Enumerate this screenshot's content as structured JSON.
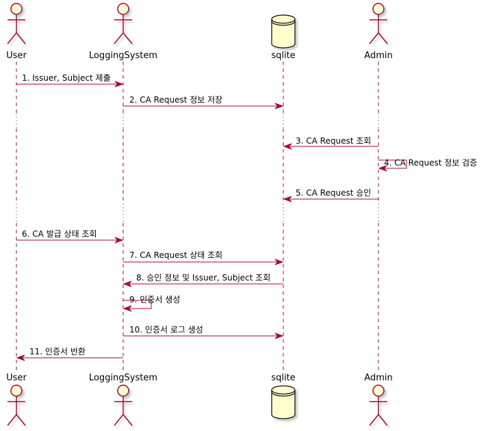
{
  "colors": {
    "arrow": "#A80036",
    "actor_fill": "#FEFECE",
    "actor_stroke": "#A80036",
    "shadow": "#C8C8C8",
    "text": "#000000"
  },
  "participants": [
    {
      "name": "User",
      "kind": "actor"
    },
    {
      "name": "LoggingSystem",
      "kind": "actor"
    },
    {
      "name": "sqlite",
      "kind": "database"
    },
    {
      "name": "Admin",
      "kind": "actor"
    }
  ],
  "messages": [
    {
      "label": "1. Issuer, Subject 제출",
      "from": 0,
      "to": 1
    },
    {
      "label": "2. CA Request 정보 저장",
      "from": 1,
      "to": 2
    },
    {
      "label": "3. CA Request 조회",
      "from": 3,
      "to": 2
    },
    {
      "label": "4. CA Request 정보 검증",
      "from": 3,
      "to": 3
    },
    {
      "label": "5. CA Request 승인",
      "from": 3,
      "to": 2
    },
    {
      "label": "6. CA 발급 상태 조회",
      "from": 0,
      "to": 1
    },
    {
      "label": "7. CA Request 상태 조회",
      "from": 1,
      "to": 2
    },
    {
      "label": "8. 승인 정보 및 Issuer, Subject 조회",
      "from": 2,
      "to": 1
    },
    {
      "label": "9. 인증서 생성",
      "from": 1,
      "to": 1
    },
    {
      "label": "10. 인증서 로그 생성",
      "from": 1,
      "to": 2
    },
    {
      "label": "11. 인증서 반환",
      "from": 1,
      "to": 0
    }
  ]
}
